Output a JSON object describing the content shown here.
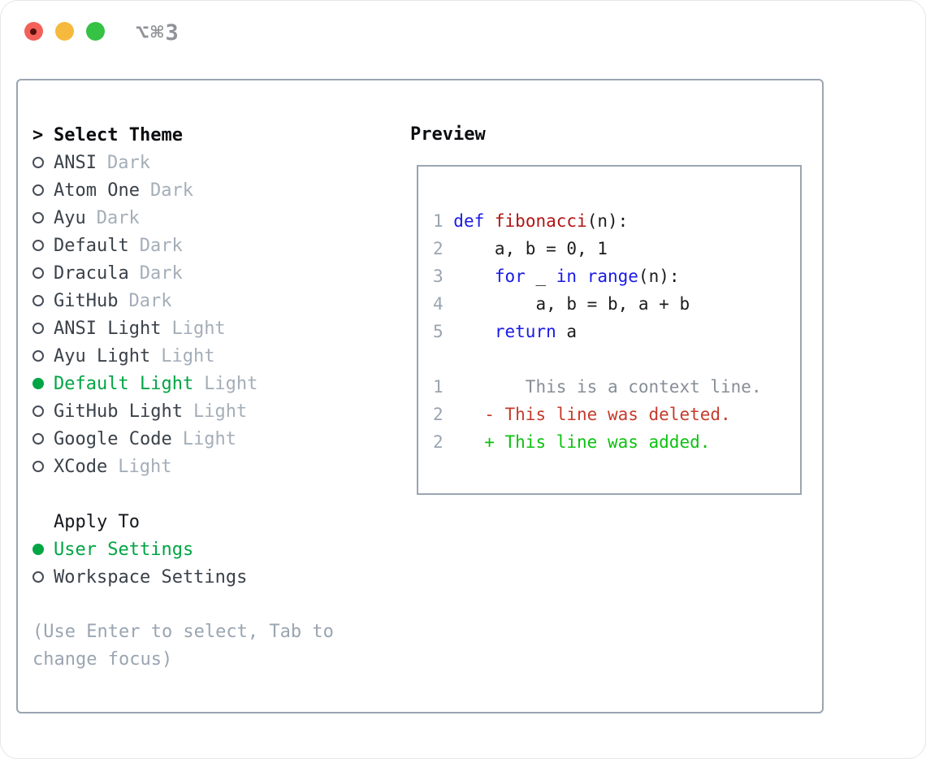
{
  "window": {
    "title": "⌥⌘3"
  },
  "colors": {
    "selection_green": "#00a544",
    "keyword_blue": "#1a1ae6",
    "function_red": "#b01515",
    "diff_del": "#c53b2c",
    "diff_add": "#0cc110",
    "diff_ctx": "#868e98",
    "line_number": "#9aa5b1",
    "code_plain": "#1c1c1c",
    "muted": "#a4aeb9",
    "item_text": "#3a4149",
    "help_text": "#9aa5b1",
    "panel_border": "#9aa5b1"
  },
  "theme_panel": {
    "header_prefix": ">",
    "header": "Select Theme",
    "items": [
      {
        "name": "ANSI",
        "variant": "Dark",
        "selected": false
      },
      {
        "name": "Atom One",
        "variant": "Dark",
        "selected": false
      },
      {
        "name": "Ayu",
        "variant": "Dark",
        "selected": false
      },
      {
        "name": "Default",
        "variant": "Dark",
        "selected": false
      },
      {
        "name": "Dracula",
        "variant": "Dark",
        "selected": false
      },
      {
        "name": "GitHub",
        "variant": "Dark",
        "selected": false
      },
      {
        "name": "ANSI Light",
        "variant": "Light",
        "selected": false
      },
      {
        "name": "Ayu Light",
        "variant": "Light",
        "selected": false
      },
      {
        "name": "Default Light",
        "variant": "Light",
        "selected": true
      },
      {
        "name": "GitHub Light",
        "variant": "Light",
        "selected": false
      },
      {
        "name": "Google Code",
        "variant": "Light",
        "selected": false
      },
      {
        "name": "XCode",
        "variant": "Light",
        "selected": false
      }
    ]
  },
  "apply_panel": {
    "header": "Apply To",
    "options": [
      {
        "label": "User Settings",
        "selected": true
      },
      {
        "label": "Workspace Settings",
        "selected": false
      }
    ]
  },
  "help": {
    "line1": "(Use Enter to select, Tab to",
    "line2": "change focus)"
  },
  "preview": {
    "label": "Preview",
    "lines": [
      {
        "tokens": [
          {
            "t": "1 ",
            "c": "line_number"
          },
          {
            "t": "def",
            "c": "keyword_blue"
          },
          {
            "t": " ",
            "c": "code_plain"
          },
          {
            "t": "fibonacci",
            "c": "function_red"
          },
          {
            "t": "(n):",
            "c": "code_plain"
          }
        ]
      },
      {
        "tokens": [
          {
            "t": "2 ",
            "c": "line_number"
          },
          {
            "t": "    a, b = 0, 1",
            "c": "code_plain"
          }
        ]
      },
      {
        "tokens": [
          {
            "t": "3 ",
            "c": "line_number"
          },
          {
            "t": "    ",
            "c": "code_plain"
          },
          {
            "t": "for",
            "c": "keyword_blue"
          },
          {
            "t": " _ ",
            "c": "code_plain"
          },
          {
            "t": "in",
            "c": "keyword_blue"
          },
          {
            "t": " ",
            "c": "code_plain"
          },
          {
            "t": "range",
            "c": "keyword_blue"
          },
          {
            "t": "(n):",
            "c": "code_plain"
          }
        ]
      },
      {
        "tokens": [
          {
            "t": "4 ",
            "c": "line_number"
          },
          {
            "t": "        a, b = b, a + b",
            "c": "code_plain"
          }
        ]
      },
      {
        "tokens": [
          {
            "t": "5 ",
            "c": "line_number"
          },
          {
            "t": "    ",
            "c": "code_plain"
          },
          {
            "t": "return",
            "c": "keyword_blue"
          },
          {
            "t": " a",
            "c": "code_plain"
          }
        ]
      },
      {
        "tokens": []
      },
      {
        "tokens": [
          {
            "t": "1",
            "c": "line_number"
          },
          {
            "t": "        This is a context line.",
            "c": "diff_ctx"
          }
        ]
      },
      {
        "tokens": [
          {
            "t": "2",
            "c": "line_number"
          },
          {
            "t": "    ",
            "c": "code_plain"
          },
          {
            "t": "- This line was deleted.",
            "c": "diff_del"
          }
        ]
      },
      {
        "tokens": [
          {
            "t": "2",
            "c": "line_number"
          },
          {
            "t": "    ",
            "c": "code_plain"
          },
          {
            "t": "+ This line was added.",
            "c": "diff_add"
          }
        ]
      }
    ]
  }
}
